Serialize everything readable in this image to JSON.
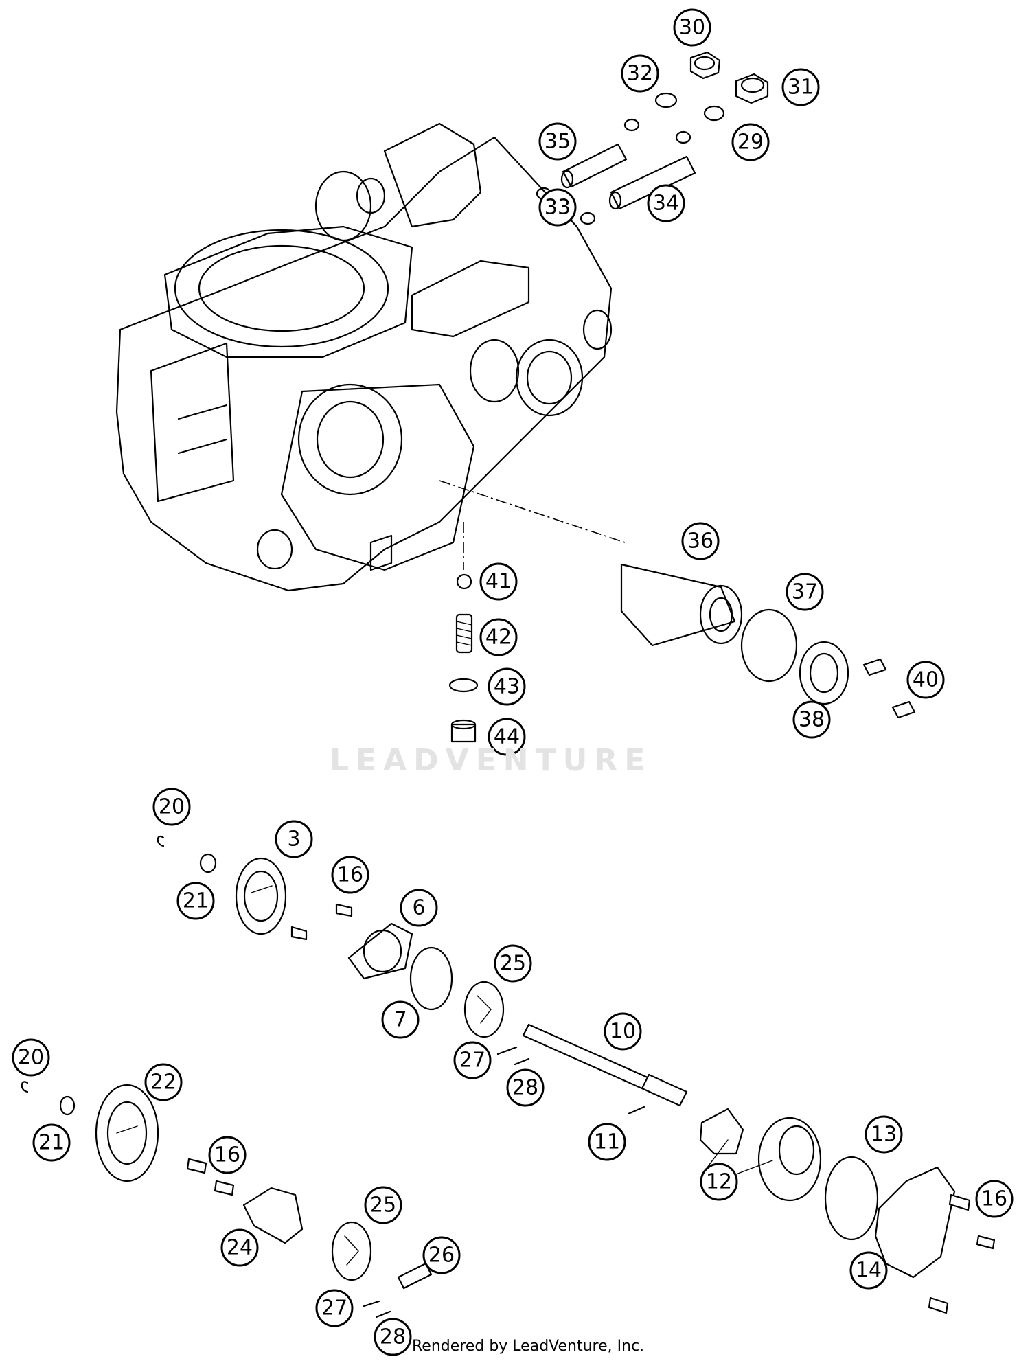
{
  "watermark": "LEADVENTURE",
  "footer": "Rendered by LeadVenture, Inc.",
  "callouts": {
    "c30": "30",
    "c32": "32",
    "c31": "31",
    "c35": "35",
    "c29": "29",
    "c34": "34",
    "c33": "33",
    "c36": "36",
    "c41": "41",
    "c37": "37",
    "c42": "42",
    "c40": "40",
    "c43": "43",
    "c38": "38",
    "c44": "44",
    "c20a": "20",
    "c3": "3",
    "c21a": "21",
    "c16a": "16",
    "c6": "6",
    "c25a": "25",
    "c7": "7",
    "c10": "10",
    "c27a": "27",
    "c28a": "28",
    "c20b": "20",
    "c22": "22",
    "c21b": "21",
    "c16b": "16",
    "c11": "11",
    "c13": "13",
    "c12": "12",
    "c16c": "16",
    "c24": "24",
    "c25b": "25",
    "c14": "14",
    "c26": "26",
    "c27b": "27",
    "c28b": "28"
  }
}
